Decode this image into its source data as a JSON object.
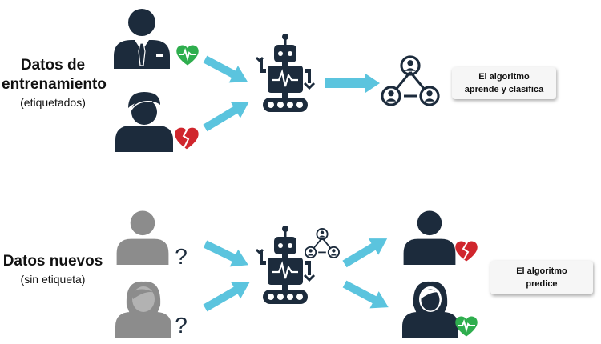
{
  "training": {
    "title_line1": "Datos de",
    "title_line2": "entrenamiento",
    "subtitle": "(etiquetados)",
    "result_line1": "El algoritmo",
    "result_line2": "aprende y clasifica"
  },
  "new_data": {
    "title": "Datos nuevos",
    "subtitle": "(sin etiqueta)",
    "unknown_mark_1": "?",
    "unknown_mark_2": "?",
    "result_line1": "El algoritmo",
    "result_line2": "predice"
  },
  "colors": {
    "navy": "#1c2b3c",
    "gray_person": "#8c8c8c",
    "arrow": "#5bc4de",
    "heart_healthy": "#2fae4e",
    "heart_broken": "#d0262d"
  },
  "icons": [
    "businessman-icon",
    "man-icon",
    "healthy-heart-icon",
    "broken-heart-icon",
    "robot-icon",
    "network-icon",
    "gray-person-icon",
    "gray-woman-icon",
    "question-icon",
    "woman-icon"
  ]
}
